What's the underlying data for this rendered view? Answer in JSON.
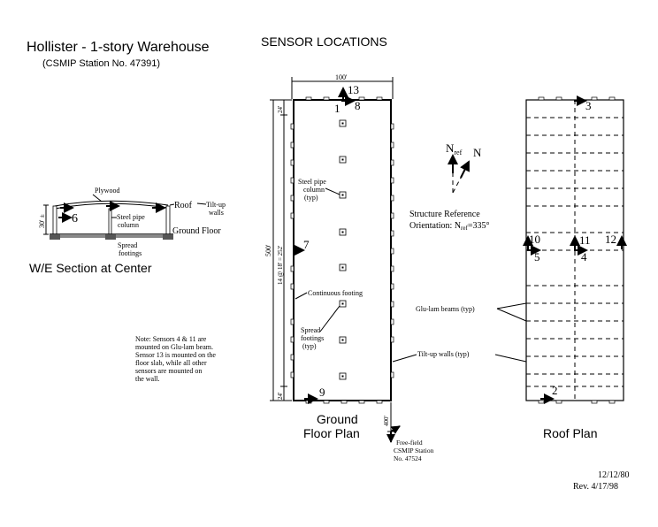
{
  "header": {
    "title": "Hollister - 1-story Warehouse",
    "station": "(CSMIP Station No. 47391)",
    "section_heading": "SENSOR LOCATIONS"
  },
  "section": {
    "caption": "W/E Section at Center",
    "plywood": "Plywood",
    "roof": "Roof",
    "tiltup_line1": "Tilt-up",
    "tiltup_line2": "walls",
    "steel_line1": "Steel pipe",
    "steel_line2": "column",
    "ground": "Ground Floor",
    "spread_line1": "Spread",
    "spread_line2": "footings",
    "height": "30' ±",
    "sensor": "6"
  },
  "note": {
    "lines": [
      "Note: Sensors 4 & 11 are",
      "mounted on Glu-lam beam.",
      "Sensor 13 is mounted on the",
      "floor slab, while all other",
      "sensors are mounted on",
      "the wall."
    ]
  },
  "ground_plan": {
    "caption_line1": "Ground",
    "caption_line2": "Floor Plan",
    "width_dim": "100'",
    "length_dim": "500'",
    "top_dim": "24'",
    "bottom_dim": "24'",
    "bay_dim": "14 @ 18' = 252'",
    "offset_dim": "400'",
    "steel_line1": "Steel pipe",
    "steel_line2": "column",
    "steel_line3": "(typ)",
    "continuous_footing": "Continuous footing",
    "spread_line1": "Spread",
    "spread_line2": "footings",
    "spread_line3": "(typ)",
    "freefield_line1": "Free-field",
    "freefield_line2": "CSMIP Station",
    "freefield_line3": "No. 47524",
    "sensors": {
      "s1": "1",
      "s8": "8",
      "s13": "13",
      "s7": "7",
      "s9": "9"
    }
  },
  "orientation": {
    "n_ref": "N",
    "n_ref_sub": "ref",
    "n": "N",
    "ref_line1": "Structure Reference",
    "ref_line2": "Orientation: N",
    "ref_sub": "ref",
    "ref_value": "=335°"
  },
  "roof_plan": {
    "caption": "Roof Plan",
    "glulam": "Glu-lam beams (typ)",
    "tiltup": "Tilt-up walls (typ)",
    "sensors": {
      "s3": "3",
      "s10": "10",
      "s5": "5",
      "s11": "11",
      "s4": "4",
      "s12": "12",
      "s2": "2"
    }
  },
  "dates": {
    "original": "12/12/80",
    "revision": "Rev. 4/17/98"
  }
}
